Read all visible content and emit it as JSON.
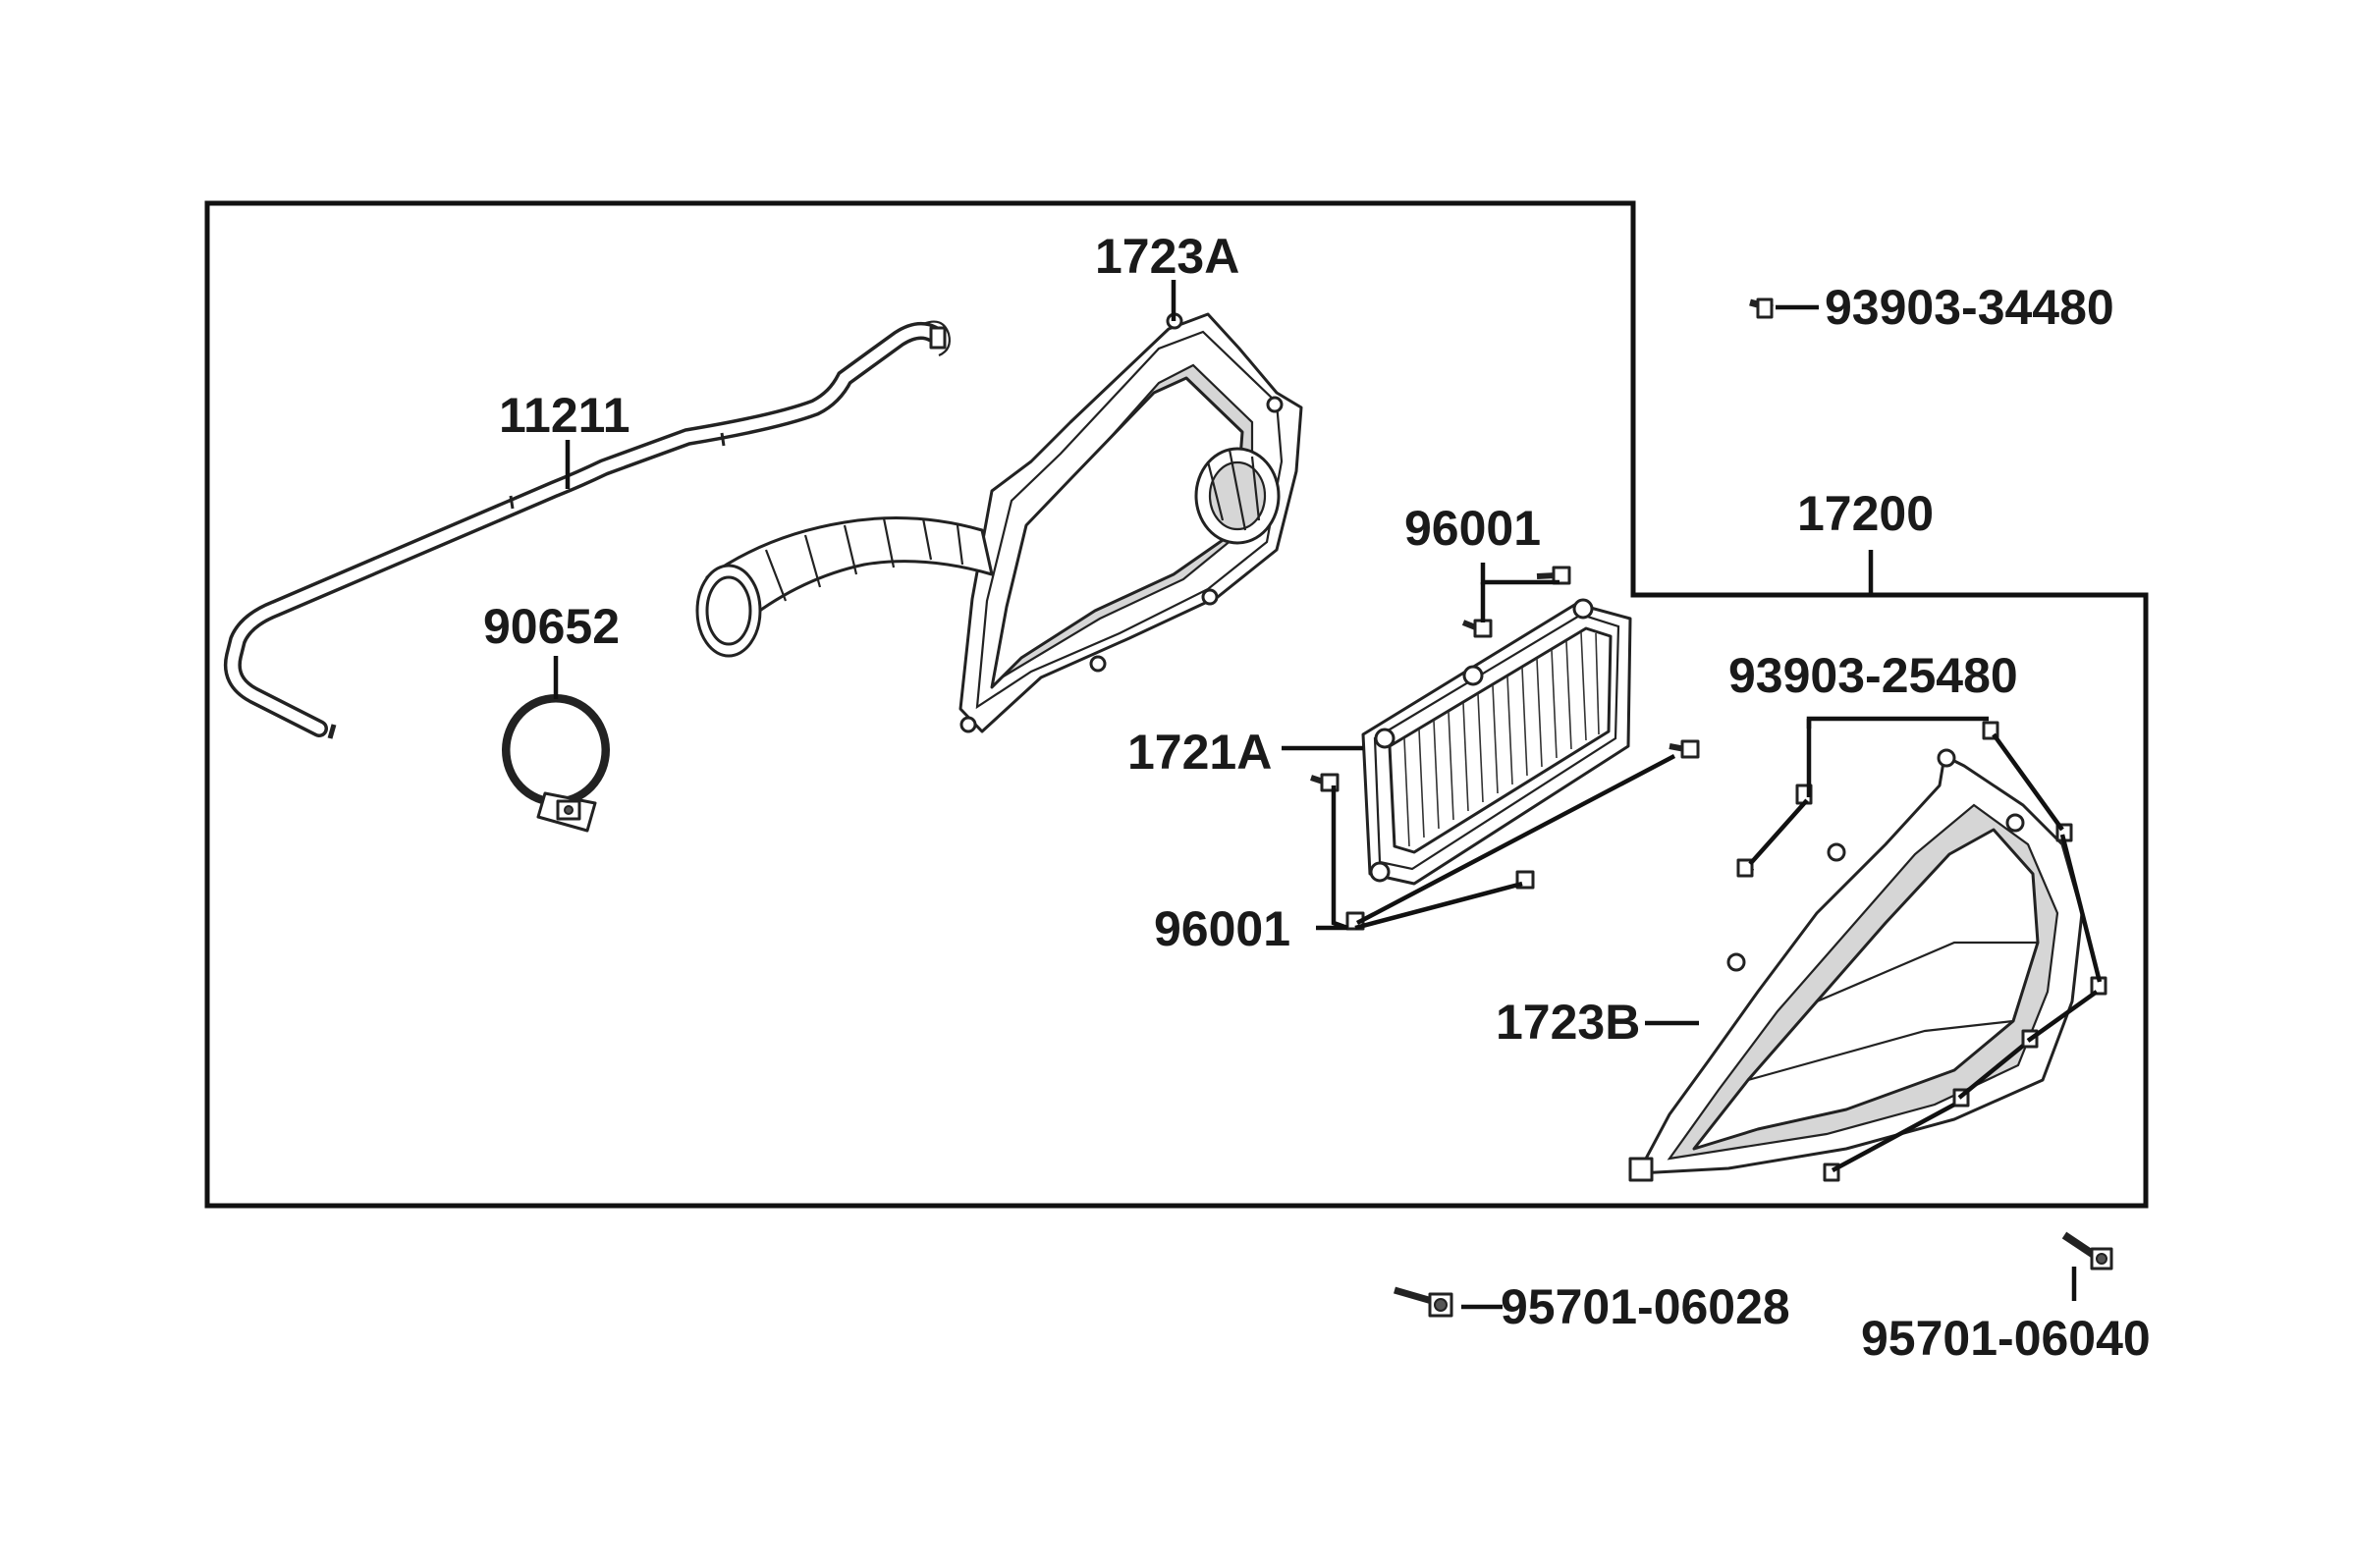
{
  "diagram": {
    "parts": [
      {
        "id": "label-1723a",
        "text": "1723A"
      },
      {
        "id": "label-11211",
        "text": "11211"
      },
      {
        "id": "label-90652",
        "text": "90652"
      },
      {
        "id": "label-96001-top",
        "text": "96001"
      },
      {
        "id": "label-1721a",
        "text": "1721A"
      },
      {
        "id": "label-96001-bottom",
        "text": "96001"
      },
      {
        "id": "label-17200",
        "text": "17200"
      },
      {
        "id": "label-93903-34480",
        "text": "93903-34480"
      },
      {
        "id": "label-93903-25480",
        "text": "93903-25480"
      },
      {
        "id": "label-1723b",
        "text": "1723B"
      },
      {
        "id": "label-95701-06028",
        "text": "95701-06028"
      },
      {
        "id": "label-95701-06040",
        "text": "95701-06040"
      }
    ]
  }
}
